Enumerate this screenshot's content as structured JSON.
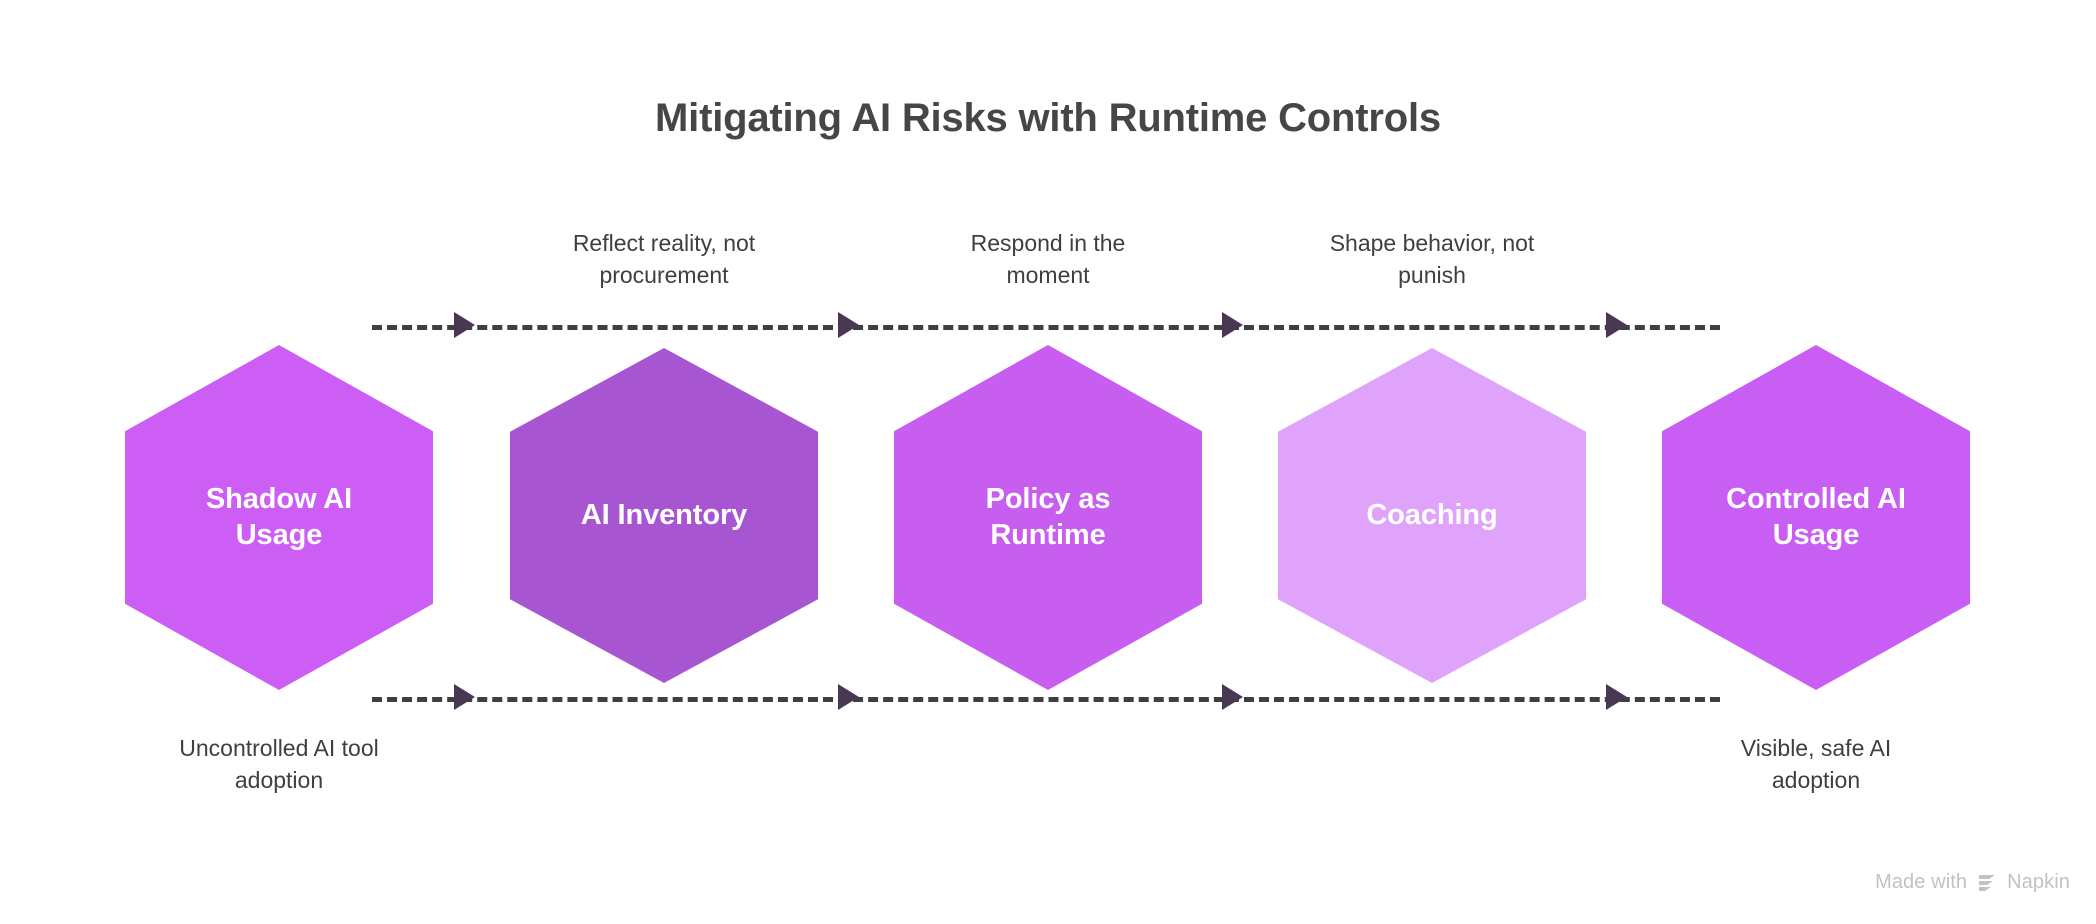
{
  "title": "Mitigating AI Risks with Runtime Controls",
  "title_color": "#464646",
  "background_color": "#ffffff",
  "diagram": {
    "type": "linear-flow-hexagons",
    "arrow_color": "#4a3753",
    "dash_color": "#3f3f3f",
    "caption_color": "#3f3f3f",
    "nodes": [
      {
        "label": "Shadow AI\nUsage",
        "color": "#cc5ef5",
        "text_color": "#ffffff"
      },
      {
        "label": "AI Inventory",
        "color": "#a855d2",
        "text_color": "#ffffff"
      },
      {
        "label": "Policy as\nRuntime",
        "color": "#c75ef0",
        "text_color": "#ffffff"
      },
      {
        "label": "Coaching",
        "color": "#dfa3fb",
        "text_color": "#ffffff"
      },
      {
        "label": "Controlled AI\nUsage",
        "color": "#c95ef5",
        "text_color": "#ffffff"
      }
    ],
    "top_captions": [
      "Reflect reality, not\nprocurement",
      "Respond in the\nmoment",
      "Shape behavior, not\npunish"
    ],
    "bottom_captions": [
      "Uncontrolled AI tool\nadoption",
      "Visible, safe AI\nadoption"
    ]
  },
  "watermark": {
    "text_before": "Made with",
    "brand": "Napkin",
    "color": "#c2c2c2"
  }
}
